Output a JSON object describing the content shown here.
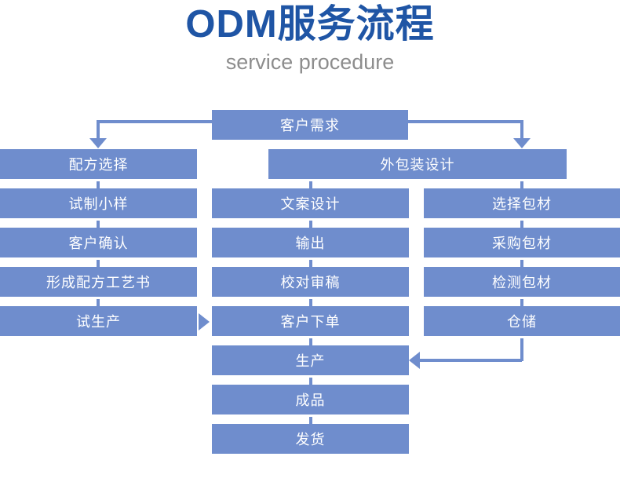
{
  "header": {
    "title": "ODM服务流程",
    "subtitle": "service procedure",
    "title_color": "#1f55a5",
    "subtitle_color": "#8d8d8d"
  },
  "theme": {
    "box_color": "#6f8dcd",
    "box_text_color": "#ffffff",
    "background": "#ffffff"
  },
  "flow": {
    "start": {
      "label": "客户需求"
    },
    "branch_design": {
      "label": "外包装设计"
    },
    "columns": [
      {
        "name": "formula",
        "steps": [
          {
            "label": "配方选择"
          },
          {
            "label": "试制小样"
          },
          {
            "label": "客户确认"
          },
          {
            "label": "形成配方工艺书"
          },
          {
            "label": "试生产"
          }
        ]
      },
      {
        "name": "production",
        "steps": [
          {
            "label": "文案设计"
          },
          {
            "label": "输出"
          },
          {
            "label": "校对审稿"
          },
          {
            "label": "客户下单"
          },
          {
            "label": "生产"
          },
          {
            "label": "成品"
          },
          {
            "label": "发货"
          }
        ]
      },
      {
        "name": "packaging",
        "steps": [
          {
            "label": "选择包材"
          },
          {
            "label": "采购包材"
          },
          {
            "label": "检测包材"
          },
          {
            "label": "仓储"
          }
        ]
      }
    ]
  }
}
